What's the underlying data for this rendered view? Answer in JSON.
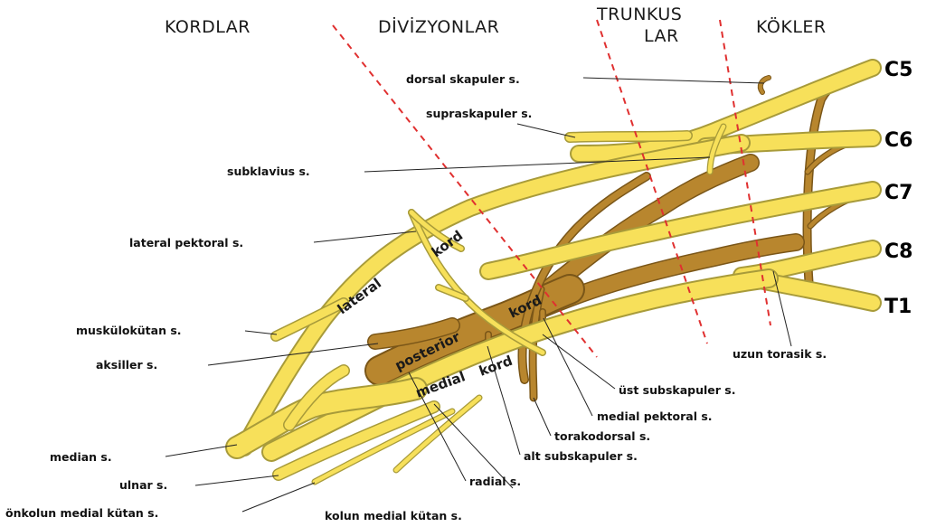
{
  "headers": {
    "cords": "KORDLAR",
    "divisions": "DİVİZYONLAR",
    "trunks_line1": "TRUNKUS",
    "trunks_line2": "LAR",
    "roots": "KÖKLER"
  },
  "roots": [
    "C5",
    "C6",
    "C7",
    "C8",
    "T1"
  ],
  "cord_labels": {
    "lateral_word": "lateral",
    "lateral_kord": "kord",
    "posterior_word": "posterior",
    "posterior_kord": "kord",
    "medial_word": "medial",
    "medial_kord": "kord"
  },
  "nerves": {
    "dorsal_skapuler": "dorsal skapuler s.",
    "supraskapuler": "supraskapuler s.",
    "subklavius": "subklavius s.",
    "lateral_pektoral": "lateral pektoral s.",
    "muskulokutan": "muskülokütan s.",
    "aksiller": "aksiller s.",
    "median": "median s.",
    "ulnar": "ulnar s.",
    "onkolun_medial_kutan": "önkolun medial kütan s.",
    "kolun_medial_kutan": "kolun medial kütan s.",
    "radial": "radial s.",
    "alt_subskapuler": "alt subskapuler s.",
    "torakodorsal": "torakodorsal s.",
    "medial_pektoral": "medial pektoral s.",
    "ust_subskapuler": "üst subskapuler s.",
    "uzun_torasik": "uzun torasik s."
  },
  "colors": {
    "nerve_yellow": "#F7E05A",
    "posterior_brown": "#B8862E",
    "divider_red": "#e03030"
  }
}
